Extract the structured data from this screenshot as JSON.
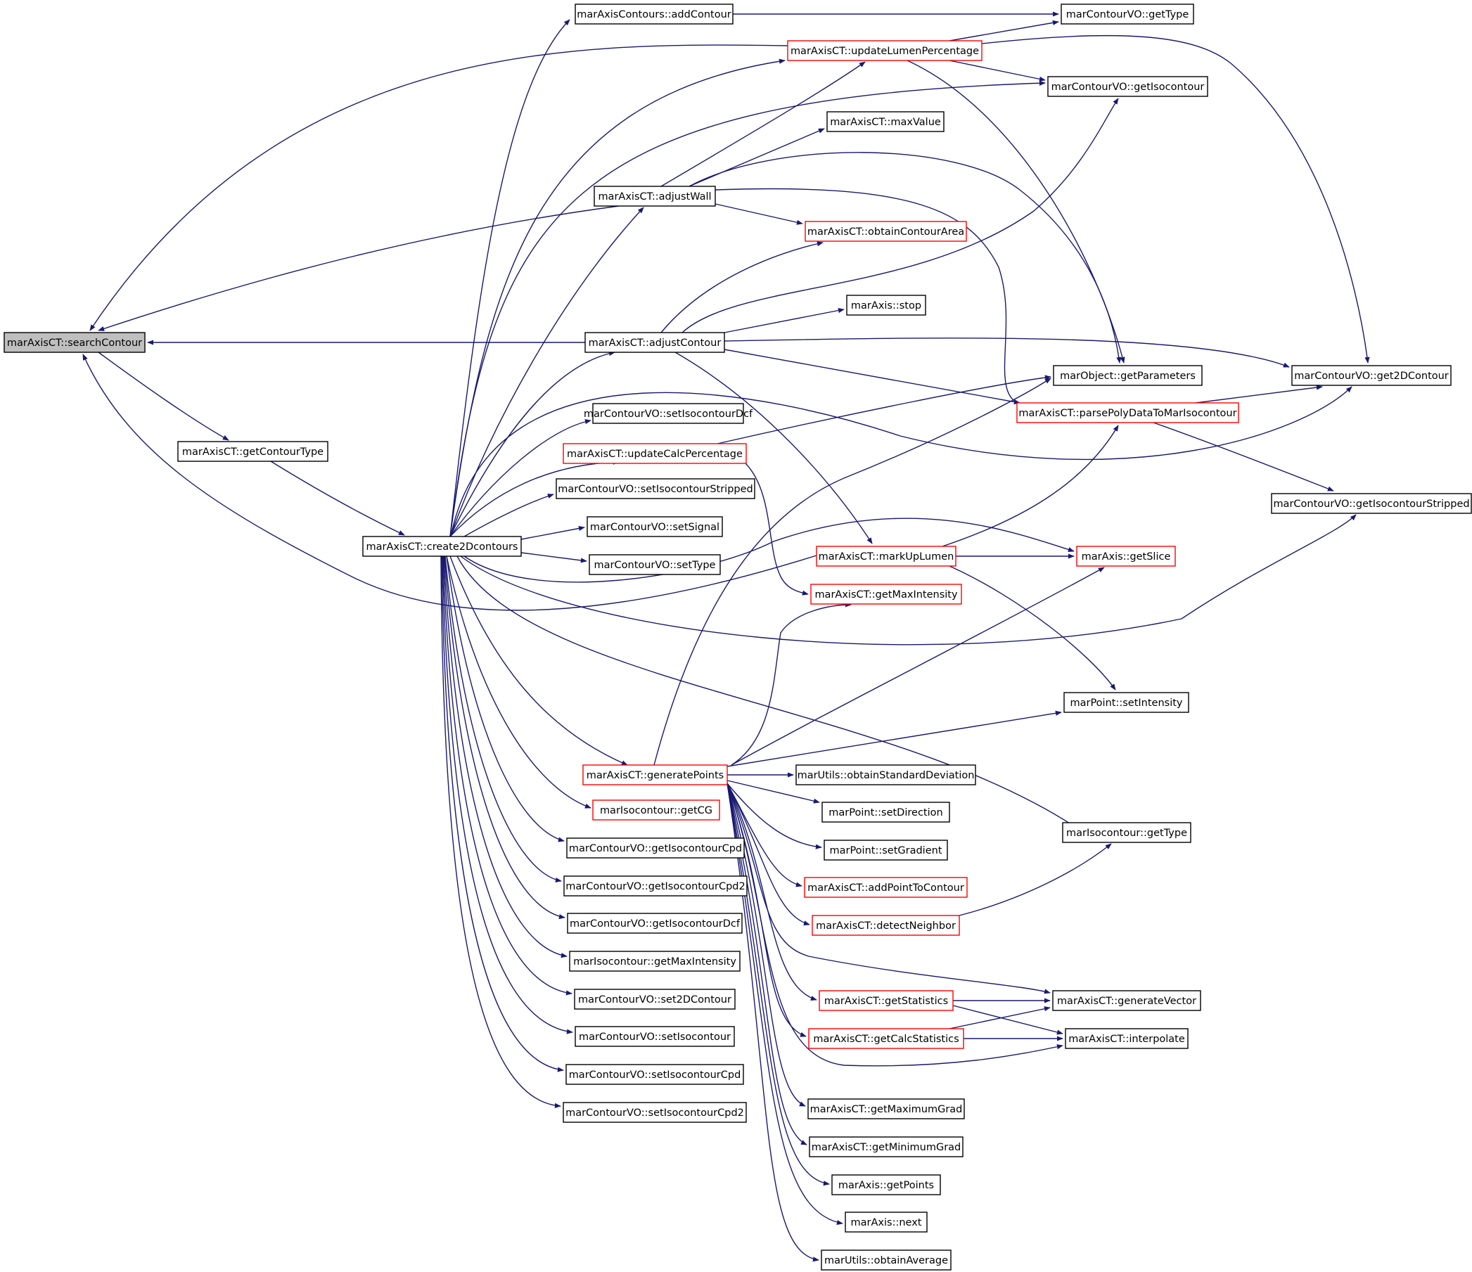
{
  "colors": {
    "edge": "#191970",
    "arrow": "#191970",
    "box_default": "#000000",
    "box_truncated": "#ff0000",
    "root_fill": "#bfbfbf",
    "background": "#ffffff"
  },
  "graph": {
    "root": "searchContour",
    "nodes": {
      "searchContour": {
        "label": "marAxisCT::searchContour",
        "style": "root"
      },
      "getContourType": {
        "label": "marAxisCT::getContourType",
        "style": "normal"
      },
      "create2Dcontours": {
        "label": "marAxisCT::create2Dcontours",
        "style": "normal"
      },
      "addContour": {
        "label": "marAxisContours::addContour",
        "style": "normal"
      },
      "updateLumenPercentage": {
        "label": "marAxisCT::updateLumenPercentage",
        "style": "truncated"
      },
      "adjustWall": {
        "label": "marAxisCT::adjustWall",
        "style": "normal"
      },
      "adjustContour": {
        "label": "marAxisCT::adjustContour",
        "style": "normal"
      },
      "setIsocontourDcf": {
        "label": "marContourVO::setIsocontourDcf",
        "style": "normal"
      },
      "updateCalcPercentage": {
        "label": "marAxisCT::updateCalcPercentage",
        "style": "truncated"
      },
      "setIsocontourStripped": {
        "label": "marContourVO::setIsocontourStripped",
        "style": "normal"
      },
      "setSignal": {
        "label": "marContourVO::setSignal",
        "style": "normal"
      },
      "setType": {
        "label": "marContourVO::setType",
        "style": "normal"
      },
      "generatePoints": {
        "label": "marAxisCT::generatePoints",
        "style": "truncated"
      },
      "isoGetCG": {
        "label": "marIsocontour::getCG",
        "style": "truncated"
      },
      "getIsocontourCpd": {
        "label": "marContourVO::getIsocontourCpd",
        "style": "normal"
      },
      "getIsocontourCpd2": {
        "label": "marContourVO::getIsocontourCpd2",
        "style": "normal"
      },
      "getIsocontourDcf": {
        "label": "marContourVO::getIsocontourDcf",
        "style": "normal"
      },
      "isoGetMaxIntensity": {
        "label": "marIsocontour::getMaxIntensity",
        "style": "normal"
      },
      "set2DContour": {
        "label": "marContourVO::set2DContour",
        "style": "normal"
      },
      "setIsocontour": {
        "label": "marContourVO::setIsocontour",
        "style": "normal"
      },
      "setIsocontourCpd": {
        "label": "marContourVO::setIsocontourCpd",
        "style": "normal"
      },
      "setIsocontourCpd2": {
        "label": "marContourVO::setIsocontourCpd2",
        "style": "normal"
      },
      "maxValue": {
        "label": "marAxisCT::maxValue",
        "style": "normal"
      },
      "obtainContourArea": {
        "label": "marAxisCT::obtainContourArea",
        "style": "truncated"
      },
      "axisStop": {
        "label": "marAxis::stop",
        "style": "normal"
      },
      "markUpLumen": {
        "label": "marAxisCT::markUpLumen",
        "style": "truncated"
      },
      "getMaxIntensity": {
        "label": "marAxisCT::getMaxIntensity",
        "style": "truncated"
      },
      "obtainStdDev": {
        "label": "marUtils::obtainStandardDeviation",
        "style": "normal"
      },
      "setDirection": {
        "label": "marPoint::setDirection",
        "style": "normal"
      },
      "setGradient": {
        "label": "marPoint::setGradient",
        "style": "normal"
      },
      "addPointToContour": {
        "label": "marAxisCT::addPointToContour",
        "style": "truncated"
      },
      "detectNeighbor": {
        "label": "marAxisCT::detectNeighbor",
        "style": "truncated"
      },
      "getStatistics": {
        "label": "marAxisCT::getStatistics",
        "style": "truncated"
      },
      "getCalcStatistics": {
        "label": "marAxisCT::getCalcStatistics",
        "style": "truncated"
      },
      "getMaximumGrad": {
        "label": "marAxisCT::getMaximumGrad",
        "style": "normal"
      },
      "getMinimumGrad": {
        "label": "marAxisCT::getMinimumGrad",
        "style": "normal"
      },
      "axisGetPoints": {
        "label": "marAxis::getPoints",
        "style": "normal"
      },
      "axisNext": {
        "label": "marAxis::next",
        "style": "normal"
      },
      "obtainAverage": {
        "label": "marUtils::obtainAverage",
        "style": "normal"
      },
      "cvoGetType": {
        "label": "marContourVO::getType",
        "style": "normal"
      },
      "getIsocontour": {
        "label": "marContourVO::getIsocontour",
        "style": "normal"
      },
      "getParameters": {
        "label": "marObject::getParameters",
        "style": "normal"
      },
      "parsePolyData": {
        "label": "marAxisCT::parsePolyDataToMarIsocontour",
        "style": "truncated"
      },
      "get2DContour": {
        "label": "marContourVO::get2DContour",
        "style": "normal"
      },
      "getIsocontourStripped": {
        "label": "marContourVO::getIsocontourStripped",
        "style": "normal"
      },
      "getSlice": {
        "label": "marAxis::getSlice",
        "style": "truncated"
      },
      "setIntensity": {
        "label": "marPoint::setIntensity",
        "style": "normal"
      },
      "isoGetType": {
        "label": "marIsocontour::getType",
        "style": "normal"
      },
      "generateVector": {
        "label": "marAxisCT::generateVector",
        "style": "normal"
      },
      "interpolate": {
        "label": "marAxisCT::interpolate",
        "style": "normal"
      }
    },
    "edges": [
      [
        "searchContour",
        "getContourType"
      ],
      [
        "getContourType",
        "create2Dcontours"
      ],
      [
        "create2Dcontours",
        "addContour"
      ],
      [
        "create2Dcontours",
        "updateLumenPercentage"
      ],
      [
        "create2Dcontours",
        "getIsocontour"
      ],
      [
        "create2Dcontours",
        "adjustWall"
      ],
      [
        "create2Dcontours",
        "adjustContour"
      ],
      [
        "create2Dcontours",
        "get2DContour"
      ],
      [
        "create2Dcontours",
        "setIsocontourDcf"
      ],
      [
        "create2Dcontours",
        "updateCalcPercentage"
      ],
      [
        "create2Dcontours",
        "setIsocontourStripped"
      ],
      [
        "create2Dcontours",
        "setSignal"
      ],
      [
        "create2Dcontours",
        "setType"
      ],
      [
        "create2Dcontours",
        "getSlice"
      ],
      [
        "create2Dcontours",
        "getIsocontourStripped"
      ],
      [
        "create2Dcontours",
        "isoGetType"
      ],
      [
        "create2Dcontours",
        "generatePoints"
      ],
      [
        "create2Dcontours",
        "isoGetCG"
      ],
      [
        "create2Dcontours",
        "getIsocontourCpd"
      ],
      [
        "create2Dcontours",
        "getIsocontourCpd2"
      ],
      [
        "create2Dcontours",
        "getIsocontourDcf"
      ],
      [
        "create2Dcontours",
        "isoGetMaxIntensity"
      ],
      [
        "create2Dcontours",
        "set2DContour"
      ],
      [
        "create2Dcontours",
        "setIsocontour"
      ],
      [
        "create2Dcontours",
        "setIsocontourCpd"
      ],
      [
        "create2Dcontours",
        "setIsocontourCpd2"
      ],
      [
        "addContour",
        "cvoGetType"
      ],
      [
        "updateLumenPercentage",
        "searchContour"
      ],
      [
        "updateLumenPercentage",
        "cvoGetType"
      ],
      [
        "updateLumenPercentage",
        "getIsocontour"
      ],
      [
        "updateLumenPercentage",
        "getParameters"
      ],
      [
        "updateLumenPercentage",
        "get2DContour"
      ],
      [
        "adjustWall",
        "searchContour"
      ],
      [
        "adjustWall",
        "updateLumenPercentage"
      ],
      [
        "adjustWall",
        "maxValue"
      ],
      [
        "adjustWall",
        "obtainContourArea"
      ],
      [
        "adjustWall",
        "getParameters"
      ],
      [
        "adjustWall",
        "parsePolyData"
      ],
      [
        "adjustContour",
        "searchContour"
      ],
      [
        "adjustContour",
        "obtainContourArea"
      ],
      [
        "adjustContour",
        "getIsocontour"
      ],
      [
        "adjustContour",
        "axisStop"
      ],
      [
        "adjustContour",
        "get2DContour"
      ],
      [
        "adjustContour",
        "parsePolyData"
      ],
      [
        "adjustContour",
        "markUpLumen"
      ],
      [
        "updateCalcPercentage",
        "getParameters"
      ],
      [
        "updateCalcPercentage",
        "getMaxIntensity"
      ],
      [
        "markUpLumen",
        "searchContour"
      ],
      [
        "markUpLumen",
        "parsePolyData"
      ],
      [
        "markUpLumen",
        "getSlice"
      ],
      [
        "markUpLumen",
        "setIntensity"
      ],
      [
        "parsePolyData",
        "get2DContour"
      ],
      [
        "parsePolyData",
        "getIsocontourStripped"
      ],
      [
        "generatePoints",
        "getParameters"
      ],
      [
        "generatePoints",
        "getMaxIntensity"
      ],
      [
        "generatePoints",
        "getSlice"
      ],
      [
        "generatePoints",
        "setIntensity"
      ],
      [
        "generatePoints",
        "obtainStdDev"
      ],
      [
        "generatePoints",
        "setDirection"
      ],
      [
        "generatePoints",
        "setGradient"
      ],
      [
        "generatePoints",
        "addPointToContour"
      ],
      [
        "generatePoints",
        "detectNeighbor"
      ],
      [
        "generatePoints",
        "generateVector"
      ],
      [
        "generatePoints",
        "getStatistics"
      ],
      [
        "generatePoints",
        "getCalcStatistics"
      ],
      [
        "generatePoints",
        "interpolate"
      ],
      [
        "generatePoints",
        "getMaximumGrad"
      ],
      [
        "generatePoints",
        "getMinimumGrad"
      ],
      [
        "generatePoints",
        "axisGetPoints"
      ],
      [
        "generatePoints",
        "axisNext"
      ],
      [
        "generatePoints",
        "obtainAverage"
      ],
      [
        "detectNeighbor",
        "isoGetType"
      ],
      [
        "getStatistics",
        "generateVector"
      ],
      [
        "getStatistics",
        "interpolate"
      ],
      [
        "getCalcStatistics",
        "generateVector"
      ],
      [
        "getCalcStatistics",
        "interpolate"
      ]
    ]
  }
}
